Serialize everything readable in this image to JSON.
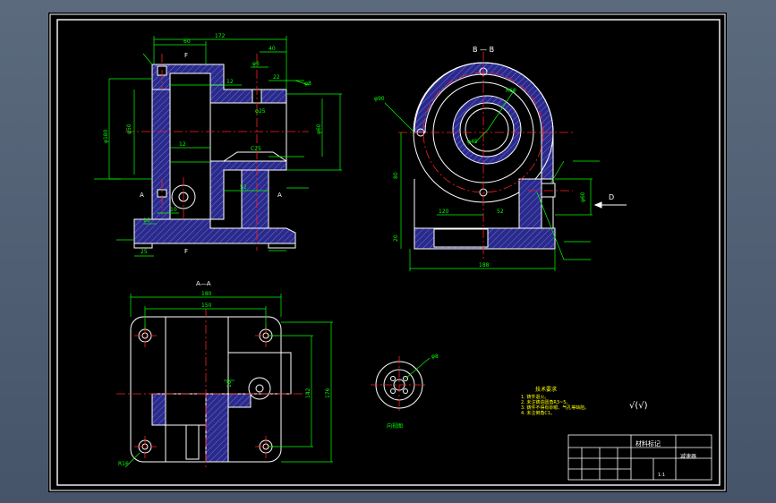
{
  "colors": {
    "background": "#000000",
    "frame": "#ffffff",
    "outline": "#ffffff",
    "centerline": "#ff2020",
    "dimension": "#00ff00",
    "section_fill": "#2a2a8a",
    "hatch": "#9090ff",
    "notes": "#ffff00"
  },
  "views": {
    "front": {
      "section_mark_top": "F",
      "section_mark_bottom": "F",
      "section_mark_left": "A",
      "section_mark_right": "A",
      "dims": [
        "60",
        "172",
        "40",
        "φ6",
        "22",
        "12",
        "φ25",
        "φ50",
        "φ60",
        "φ180",
        "12",
        "C25",
        "52",
        "10",
        "16",
        "φ8",
        "25"
      ]
    },
    "section_bb": {
      "title": "B — B",
      "arrow_label": "D",
      "dims": [
        "R60",
        "φ45",
        "φ60",
        "80",
        "20",
        "188",
        "φ90",
        "52",
        "120"
      ]
    },
    "section_aa": {
      "title": "A—A",
      "dims": [
        "180",
        "150",
        "142",
        "176",
        "R16",
        "16"
      ]
    },
    "flange_view": {
      "label": "向视图",
      "dim": "φ8"
    }
  },
  "notes": {
    "title": "技术要求",
    "lines": [
      "1. 铸件退火。",
      "2. 未注铸造圆角R3~5。",
      "3. 铸件不得有砂眼、气孔等缺陷。",
      "4. 未注倒角C1。"
    ]
  },
  "roughness": "√(√)",
  "title_block": {
    "material_mark": "材料标记",
    "part_name": "减速器",
    "scale": "1:1"
  }
}
